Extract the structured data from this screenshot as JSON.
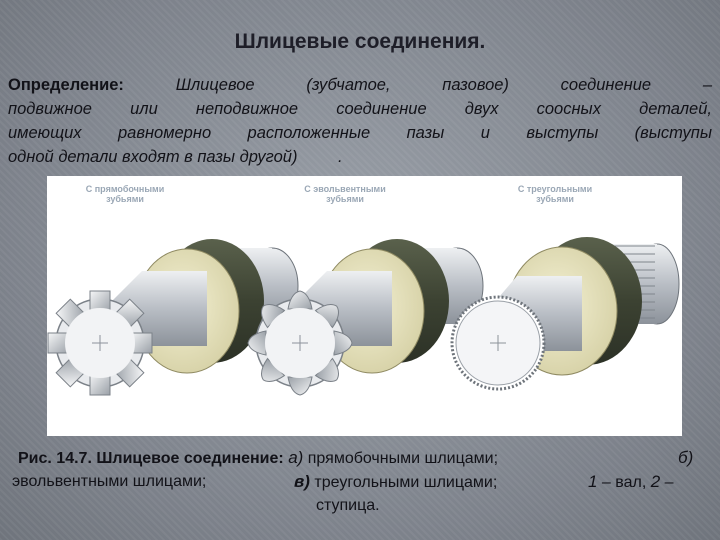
{
  "slide": {
    "title": "Шлицевые соединения."
  },
  "definition": {
    "label": "Определение:",
    "line1_parts": [
      "Шлицевое",
      "(зубчатое,",
      "пазовое)",
      "соединение",
      "–"
    ],
    "line2": "подвижное или неподвижное соединение двух соосных деталей,",
    "line3": "имеющих равномерно расположенные пазы и выступы (выступы",
    "line4": "одной детали входят в пазы другой)",
    "line4_end": "."
  },
  "figure": {
    "labels": [
      {
        "line1": "С прямобочными",
        "line2": "зубьями"
      },
      {
        "line1": "С эвольвентными",
        "line2": "зубьями"
      },
      {
        "line1": "С треугольными",
        "line2": "зубьями"
      }
    ]
  },
  "caption": {
    "prefix": "Рис. 14.7. Шлицевое соединение:",
    "a_mark": "а)",
    "a_text": "прямобочными шлицами;",
    "b_mark": "б)",
    "b_text": "эвольвентными шлицами;",
    "c_mark": "в)",
    "c_text": "треугольными шлицами;",
    "n1": "1",
    "n1_text": "– вал,",
    "n2": "2",
    "n2_text": "–",
    "n2_tail": "ступица."
  },
  "colors": {
    "background": "#8a8f97",
    "text": "#121218",
    "figure_bg": "#ffffff",
    "hub_dark": "#3f4636",
    "hub_light": "#e8e4c0",
    "shaft": "#cfd3d8"
  }
}
